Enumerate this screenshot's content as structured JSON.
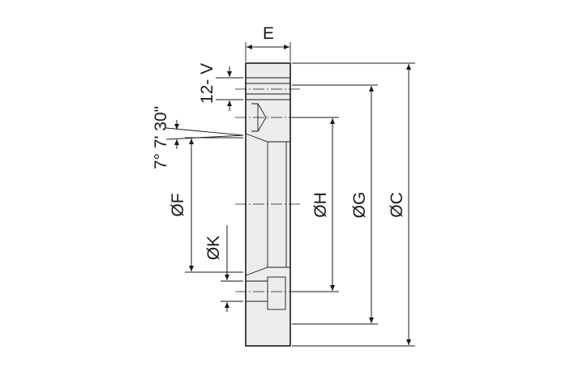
{
  "drawing": {
    "labels": {
      "width_dim": "E",
      "thread": "12- V",
      "angle": "7° 7' 30\"",
      "bore_f": "ØF",
      "bore_k": "ØK",
      "bore_h": "ØH",
      "bore_g": "ØG",
      "outer_c": "ØC"
    },
    "colors": {
      "line": "#1a1a1a",
      "body_fill": "#ececec",
      "background": "#ffffff"
    }
  }
}
